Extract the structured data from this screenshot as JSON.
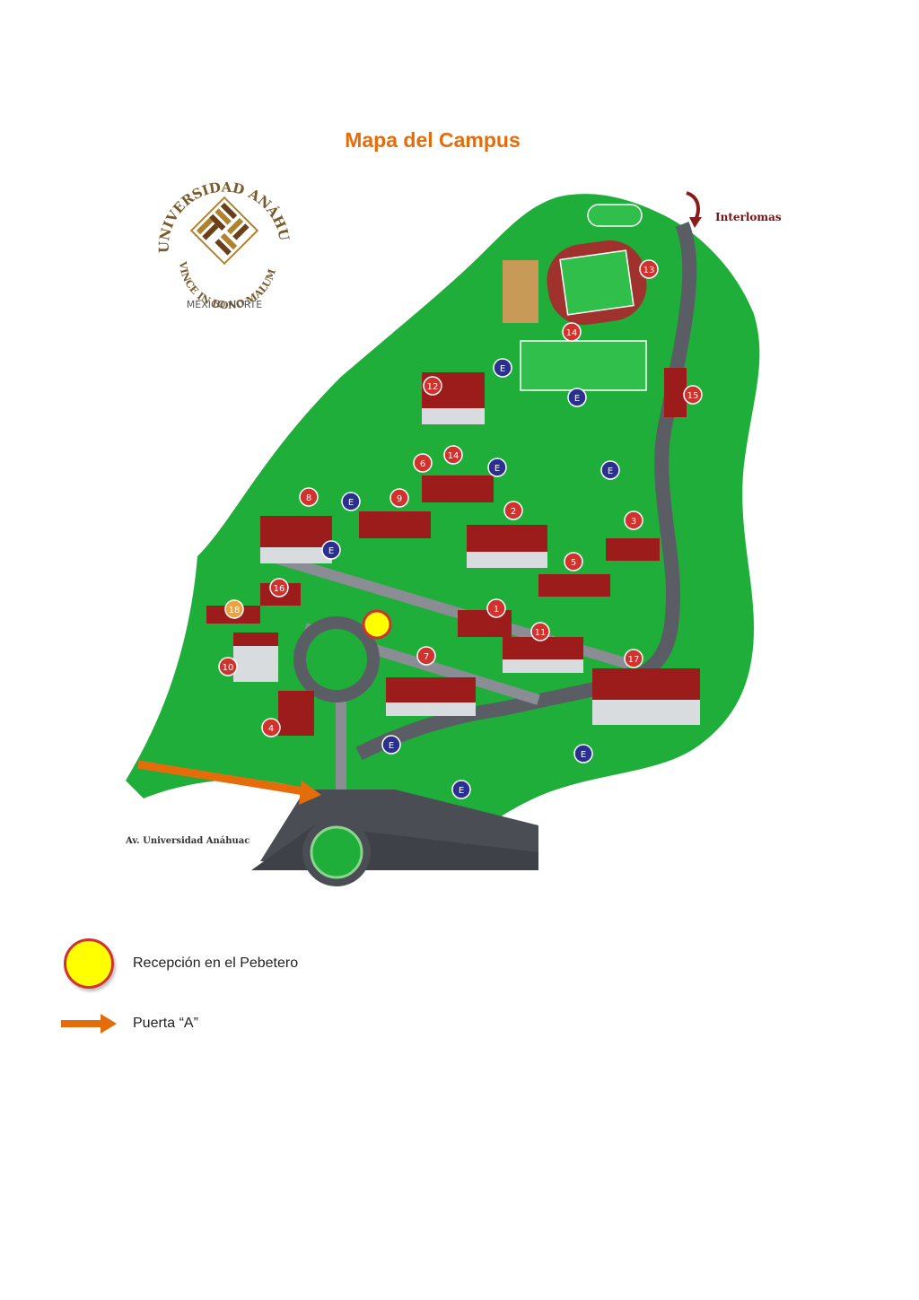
{
  "page": {
    "title": "Mapa del Campus"
  },
  "logo": {
    "arc_text": "UNIVERSIDAD ANÁHUAC",
    "motto": "VINCE IN BONO MALUM",
    "campus": "MÉXICO NORTE"
  },
  "map": {
    "street_label": "Av. Universidad Anáhuac",
    "direction_label": "Interlomas",
    "building_numbers": [
      "1",
      "2",
      "3",
      "4",
      "5",
      "6",
      "7",
      "8",
      "9",
      "10",
      "11",
      "12",
      "13",
      "14",
      "14",
      "15",
      "16",
      "17",
      "18"
    ],
    "parking_label": "E"
  },
  "legend": {
    "items": [
      {
        "symbol": "yellow-circle",
        "label": "Recepción en el Pebetero"
      },
      {
        "symbol": "orange-arrow",
        "label": "Puerta “A”"
      }
    ]
  },
  "colors": {
    "title": "#e46c0a",
    "grass": "#1fae3a",
    "road": "#5a5d63",
    "roof": "#9c1b1b",
    "marker_red": "#d2322d",
    "parking_blue": "#2b2f8f",
    "reception_yellow": "#ffff00",
    "arrow_orange": "#e46c0a"
  }
}
